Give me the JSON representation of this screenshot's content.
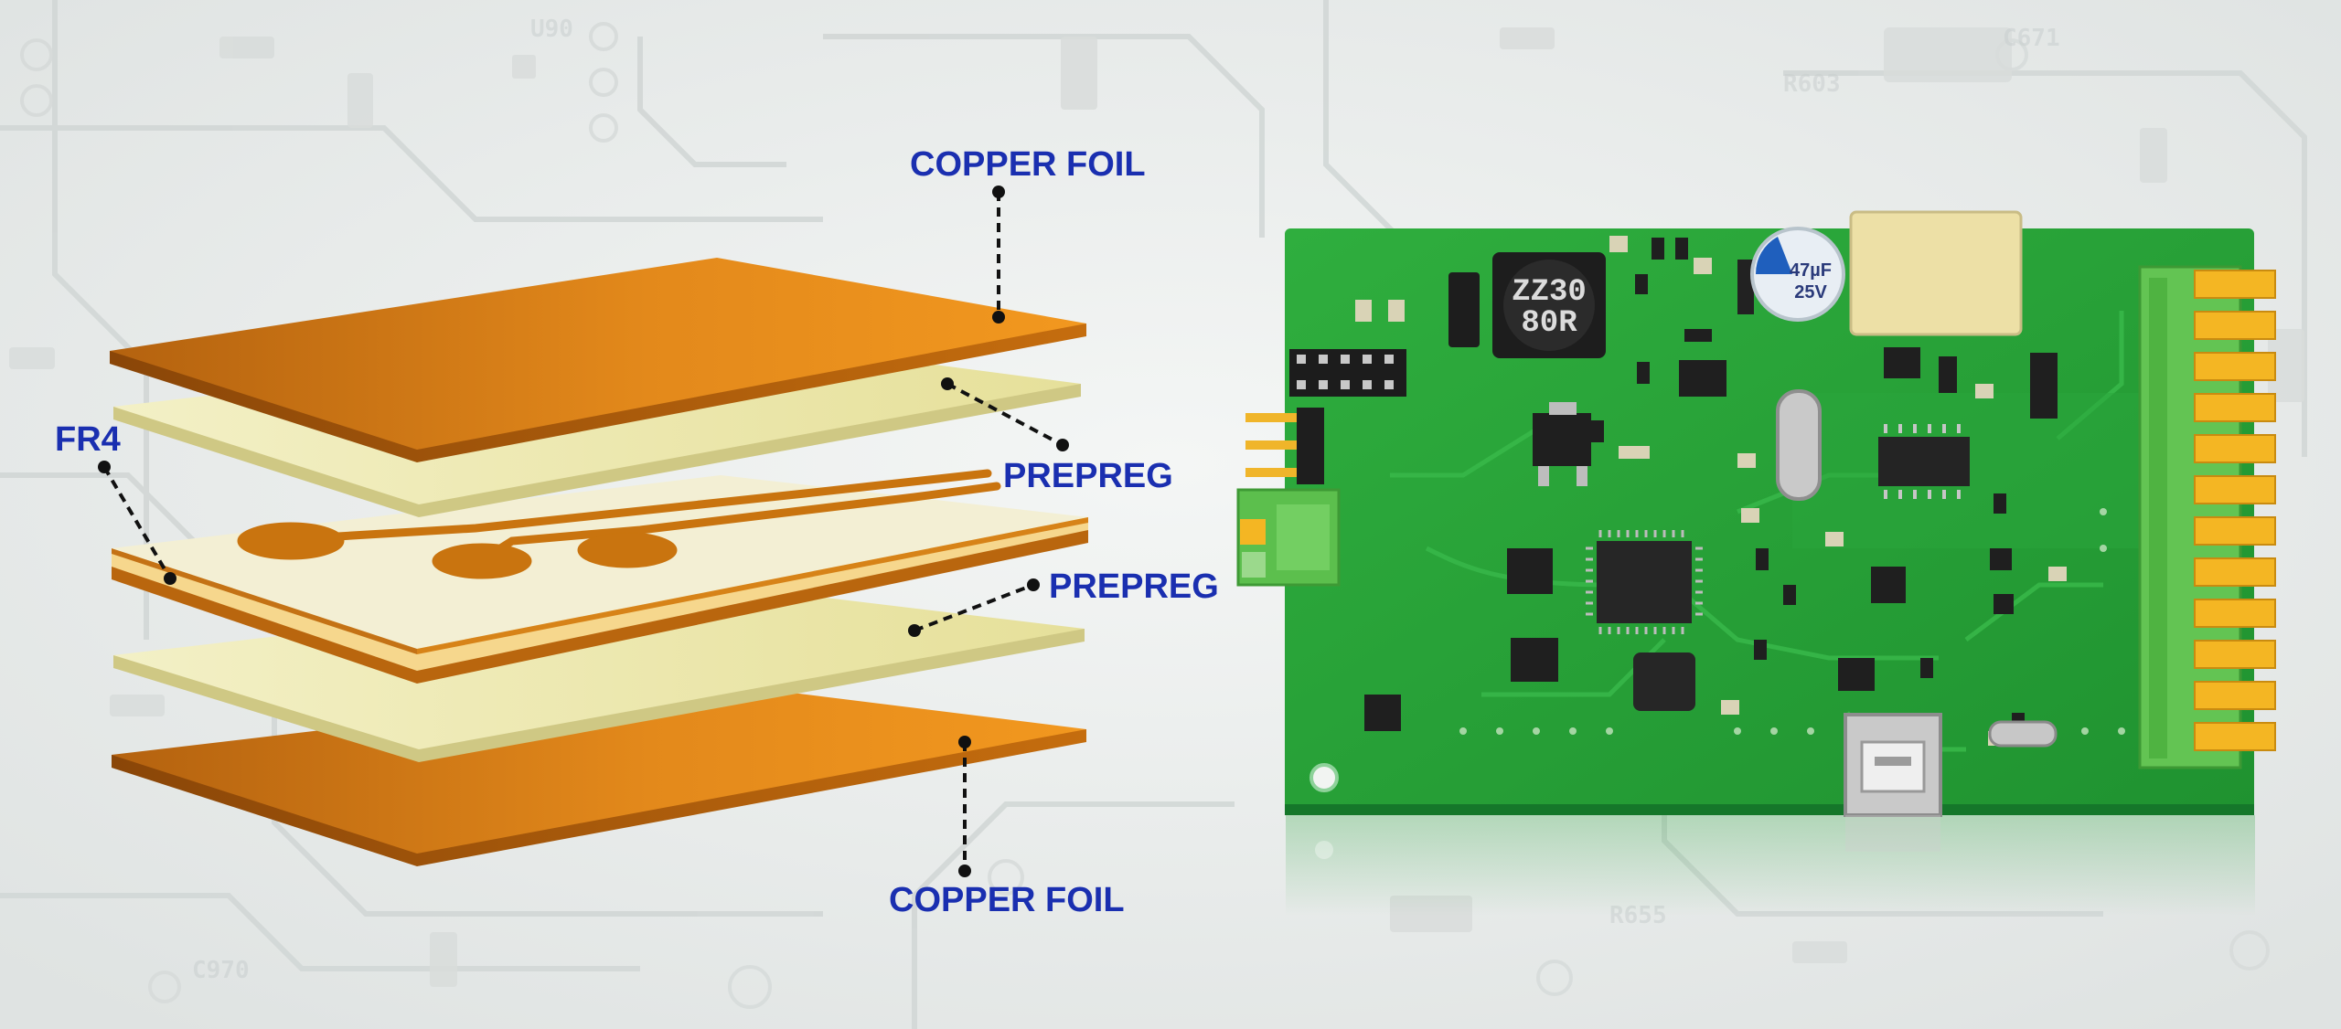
{
  "labels": {
    "copper_foil_top": "COPPER FOIL",
    "copper_foil_bottom": "COPPER FOIL",
    "prepreg_upper": "PREPREG",
    "prepreg_lower": "PREPREG",
    "fr4": "FR4"
  },
  "board": {
    "inductor_marking_line1": "ZZ30",
    "inductor_marking_line2": "80R",
    "capacitor_marking_line1": "47µF",
    "capacitor_marking_line2": "25V"
  },
  "colors": {
    "copper_light": "#f0951e",
    "copper_dark": "#a8580c",
    "prepreg": "#ece7a4",
    "fr4_core": "#f3eed0",
    "pcb_green": "#27a33a",
    "terminal_green": "#6cc95a",
    "pin_gold": "#f4b623",
    "label_blue": "#1a2fb0"
  }
}
